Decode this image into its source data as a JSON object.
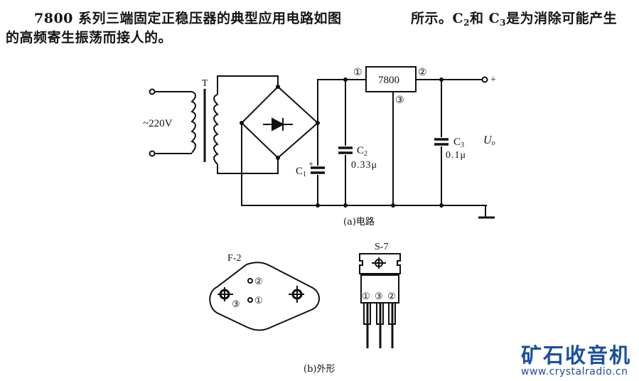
{
  "text": {
    "line1_part1": "7800 系列三端固定正稳压器的典型应用电路如图",
    "line1_part2_a": "所示。C",
    "line1_part2_sub1": "2",
    "line1_part2_b": "和 C",
    "line1_part2_sub2": "3",
    "line1_part2_c": "是为消除可能产生",
    "line2": "的高频寄生振荡而接人的。"
  },
  "circuit": {
    "input_voltage": "~220V",
    "transformer_label": "T",
    "regulator_label": "7800",
    "pin1": "①",
    "pin2": "②",
    "pin3": "③",
    "c1_label": "C",
    "c1_sub": "1",
    "c1_polarity": "+",
    "c2_label": "C",
    "c2_sub": "2",
    "c2_value": "0.33μ",
    "c3_label": "C",
    "c3_sub": "3",
    "c3_value": "0.1μ",
    "output_plus": "+",
    "output_label": "U",
    "output_sub": "o",
    "caption": "(a)电路"
  },
  "packages": {
    "f2_label": "F-2",
    "s7_label": "S-7",
    "pin1": "①",
    "pin2": "②",
    "pin3": "③",
    "caption": "(b)外形"
  },
  "watermark": {
    "title": "矿石收音机",
    "url": "www.crystalradio.cn",
    "color": "#1a4fa0"
  }
}
